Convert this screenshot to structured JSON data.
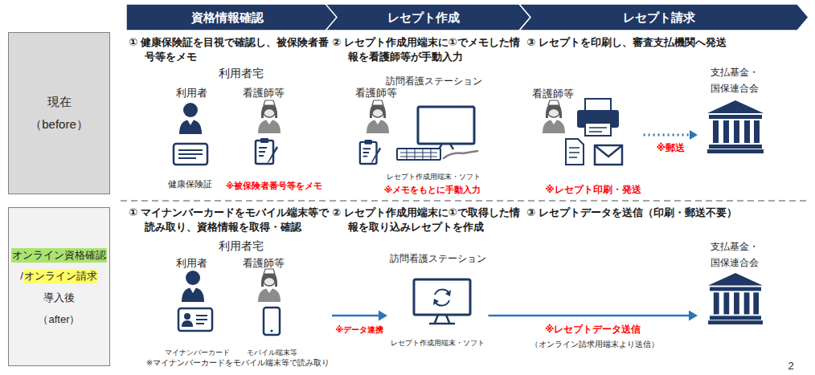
{
  "diagram": {
    "nodes": [
      {
        "text": [
          "資格情報確認"
        ]
      },
      {
        "text": [
          "レセプト作成"
        ]
      },
      {
        "text": [
          "レセプト請求"
        ]
      },
      {
        "text": [
          "現在",
          "（before）"
        ]
      },
      {
        "text": [
          "オンライン資格確認",
          "/",
          "オンライン請求",
          "導入後",
          "（after）"
        ]
      },
      {
        "text": [
          "看護師等",
          "※レセプト印刷・発送"
        ]
      },
      {
        "text": [
          "支払基金・ 国保連合会"
        ]
      },
      {
        "text": [
          "利用者宅",
          "利用者",
          "看護師等",
          "マイナンバーカード",
          "モバイル端末等",
          "※マイナンバーカードをモバイル端末等で読み取り"
        ]
      },
      {
        "text": [
          "訪問看護ステーション",
          "レセプト作成用端末・ソフト"
        ]
      },
      {
        "text": [
          "支払基金・ 国保連合会"
        ]
      }
    ],
    "edges": [
      {
        "from": 5,
        "to": 6,
        "label": "※郵送",
        "arrow": "to"
      },
      {
        "from": 7,
        "to": 8,
        "label": "※データ連携",
        "arrow": "to"
      },
      {
        "from": 8,
        "to": 9,
        "label": "※レセプトデータ送信",
        "arrow": "to"
      }
    ],
    "labels": [
      "① 健康保険証を目視で確認し、被保険者番号等をメモ",
      "② レセプト作成用端末に①でメモした情報を看護師等が手動入力",
      "③ レセプトを印刷し、審査支払機関へ発送",
      "利用者宅",
      "利用者",
      "看護師等",
      "健康保険証",
      "※被保険者番号等をメモ",
      "訪問看護ステーション",
      "看護師等",
      "レセプト作成用端末・ソフト",
      "※メモをもとに手動入力",
      "① マイナンバーカードをモバイル端末等で読み取り、資格情報を取得・確認",
      "② レセプト作成用端末に①で取得した情報を取り込みレセプトを作成",
      "③ レセプトデータを送信（印刷・郵送不要）",
      "（オンライン請求用端末より送信）",
      "2"
    ]
  }
}
